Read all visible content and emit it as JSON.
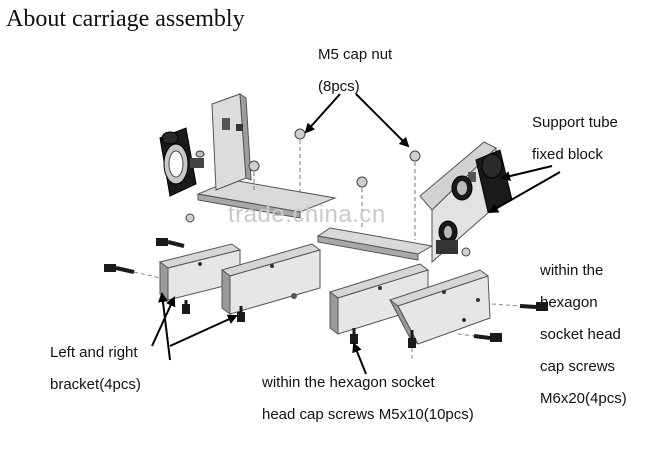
{
  "title": "About carriage assembly",
  "watermark": "trade.china.cn",
  "labels": {
    "m5_nut_line1": "M5 cap nut",
    "m5_nut_line2": "(8pcs)",
    "support_line1": "Support tube",
    "support_line2": "fixed block",
    "m6_line1": "within the",
    "m6_line2": "hexagon",
    "m6_line3": "socket head",
    "m6_line4": "cap screws",
    "m6_line5": "M6x20(4pcs)",
    "bracket_line1": "Left and right",
    "bracket_line2": "bracket(4pcs)",
    "m5_screw_line1": "within the hexagon socket",
    "m5_screw_line2": "head cap screws M5x10(10pcs)"
  },
  "colors": {
    "text": "#111111",
    "line": "#000000",
    "metal_light": "#e2e2e2",
    "metal_mid": "#bdbdbd",
    "metal_dark": "#8a8a8a",
    "black_part": "#1a1a1a",
    "watermark": "#c9c9c9"
  }
}
